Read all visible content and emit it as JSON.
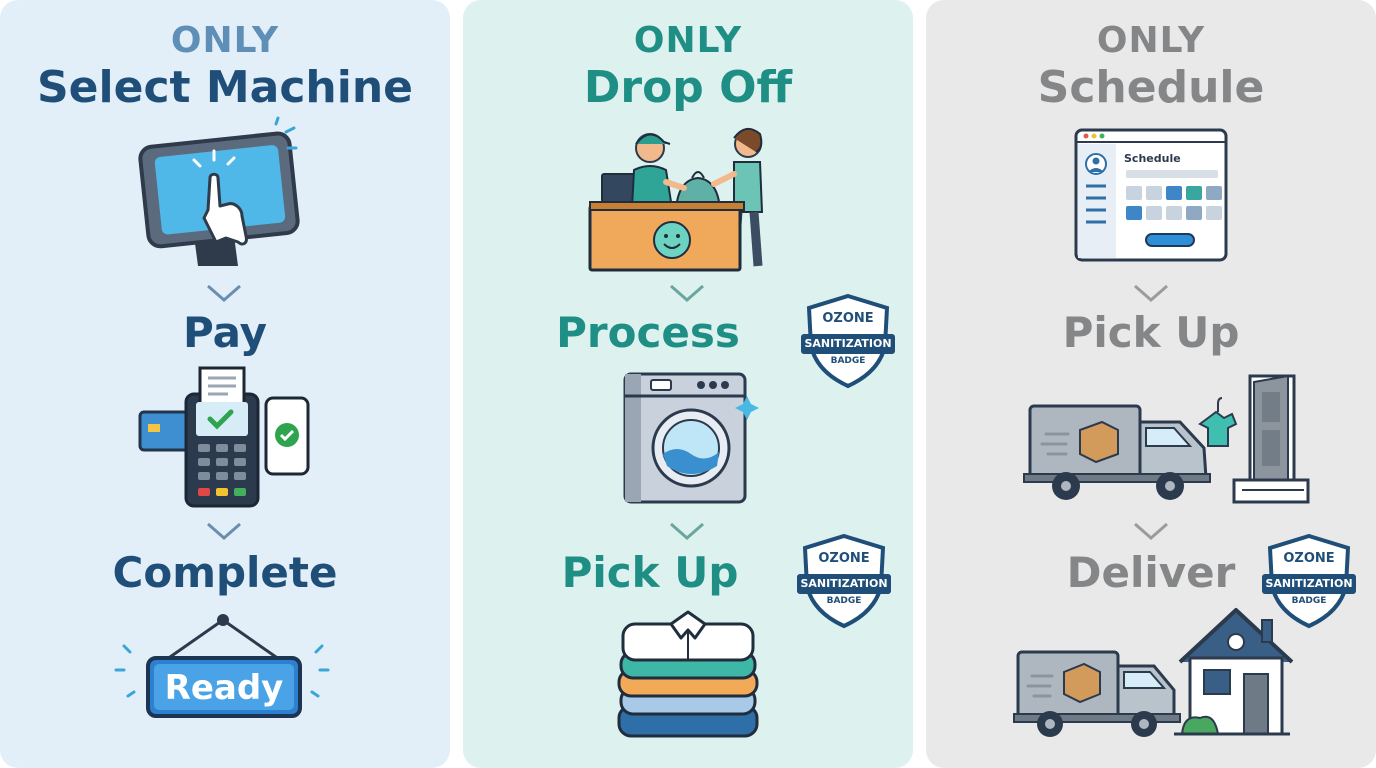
{
  "panels": [
    {
      "only": "ONLY",
      "title": "Select Machine",
      "steps": [
        "Pay",
        "Complete"
      ],
      "sign_text": "Ready",
      "colors": {
        "text": "#1f4f79",
        "only": "#5f8fb6",
        "bg": "#e3eff8"
      }
    },
    {
      "only": "ONLY",
      "title": "Drop Off",
      "steps": [
        "Process",
        "Pick Up"
      ],
      "colors": {
        "text": "#1f8f86",
        "bg": "#ddf1ef"
      }
    },
    {
      "only": "ONLY",
      "title": "Schedule",
      "steps": [
        "Pick Up",
        "Deliver"
      ],
      "screen_label": "Schedule",
      "colors": {
        "text": "#858687",
        "bg": "#e9e9ea"
      }
    }
  ],
  "badge": {
    "line1": "OZONE",
    "line2": "SANITIZATION",
    "line3": "BADGE"
  }
}
